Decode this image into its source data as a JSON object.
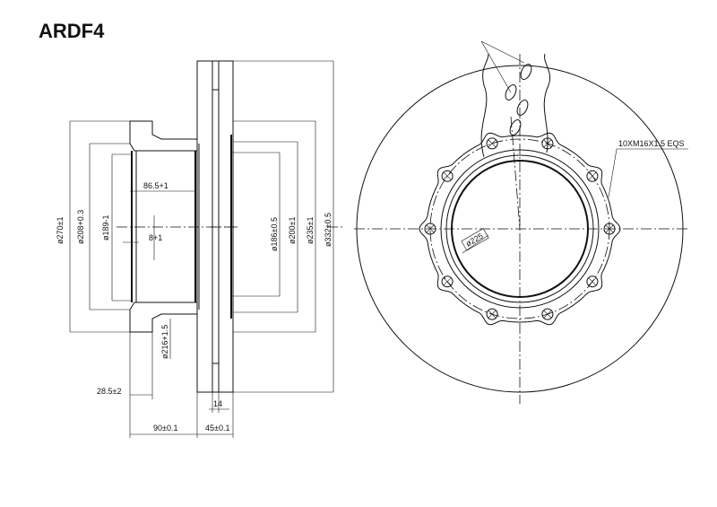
{
  "title": "ARDF4",
  "section_view": {
    "dimensions": {
      "d270": "ø270±1",
      "d208": "ø208+0.3",
      "d189": "ø189-1",
      "d186": "ø186±0.5",
      "d200": "ø200±1",
      "d235": "ø235±1",
      "d332": "ø332±0.5",
      "d216": "ø216+1.5",
      "depth_86_5": "86.5+1",
      "offset_8": "8+1",
      "hub_28_5": "28.5±2",
      "w90": "90±0.1",
      "w45": "45±0.1",
      "vent14": "14"
    }
  },
  "front_view": {
    "bolt_callout": "10XM16X1.5 EQS",
    "d225": "ø225",
    "bolt_count": 10
  }
}
